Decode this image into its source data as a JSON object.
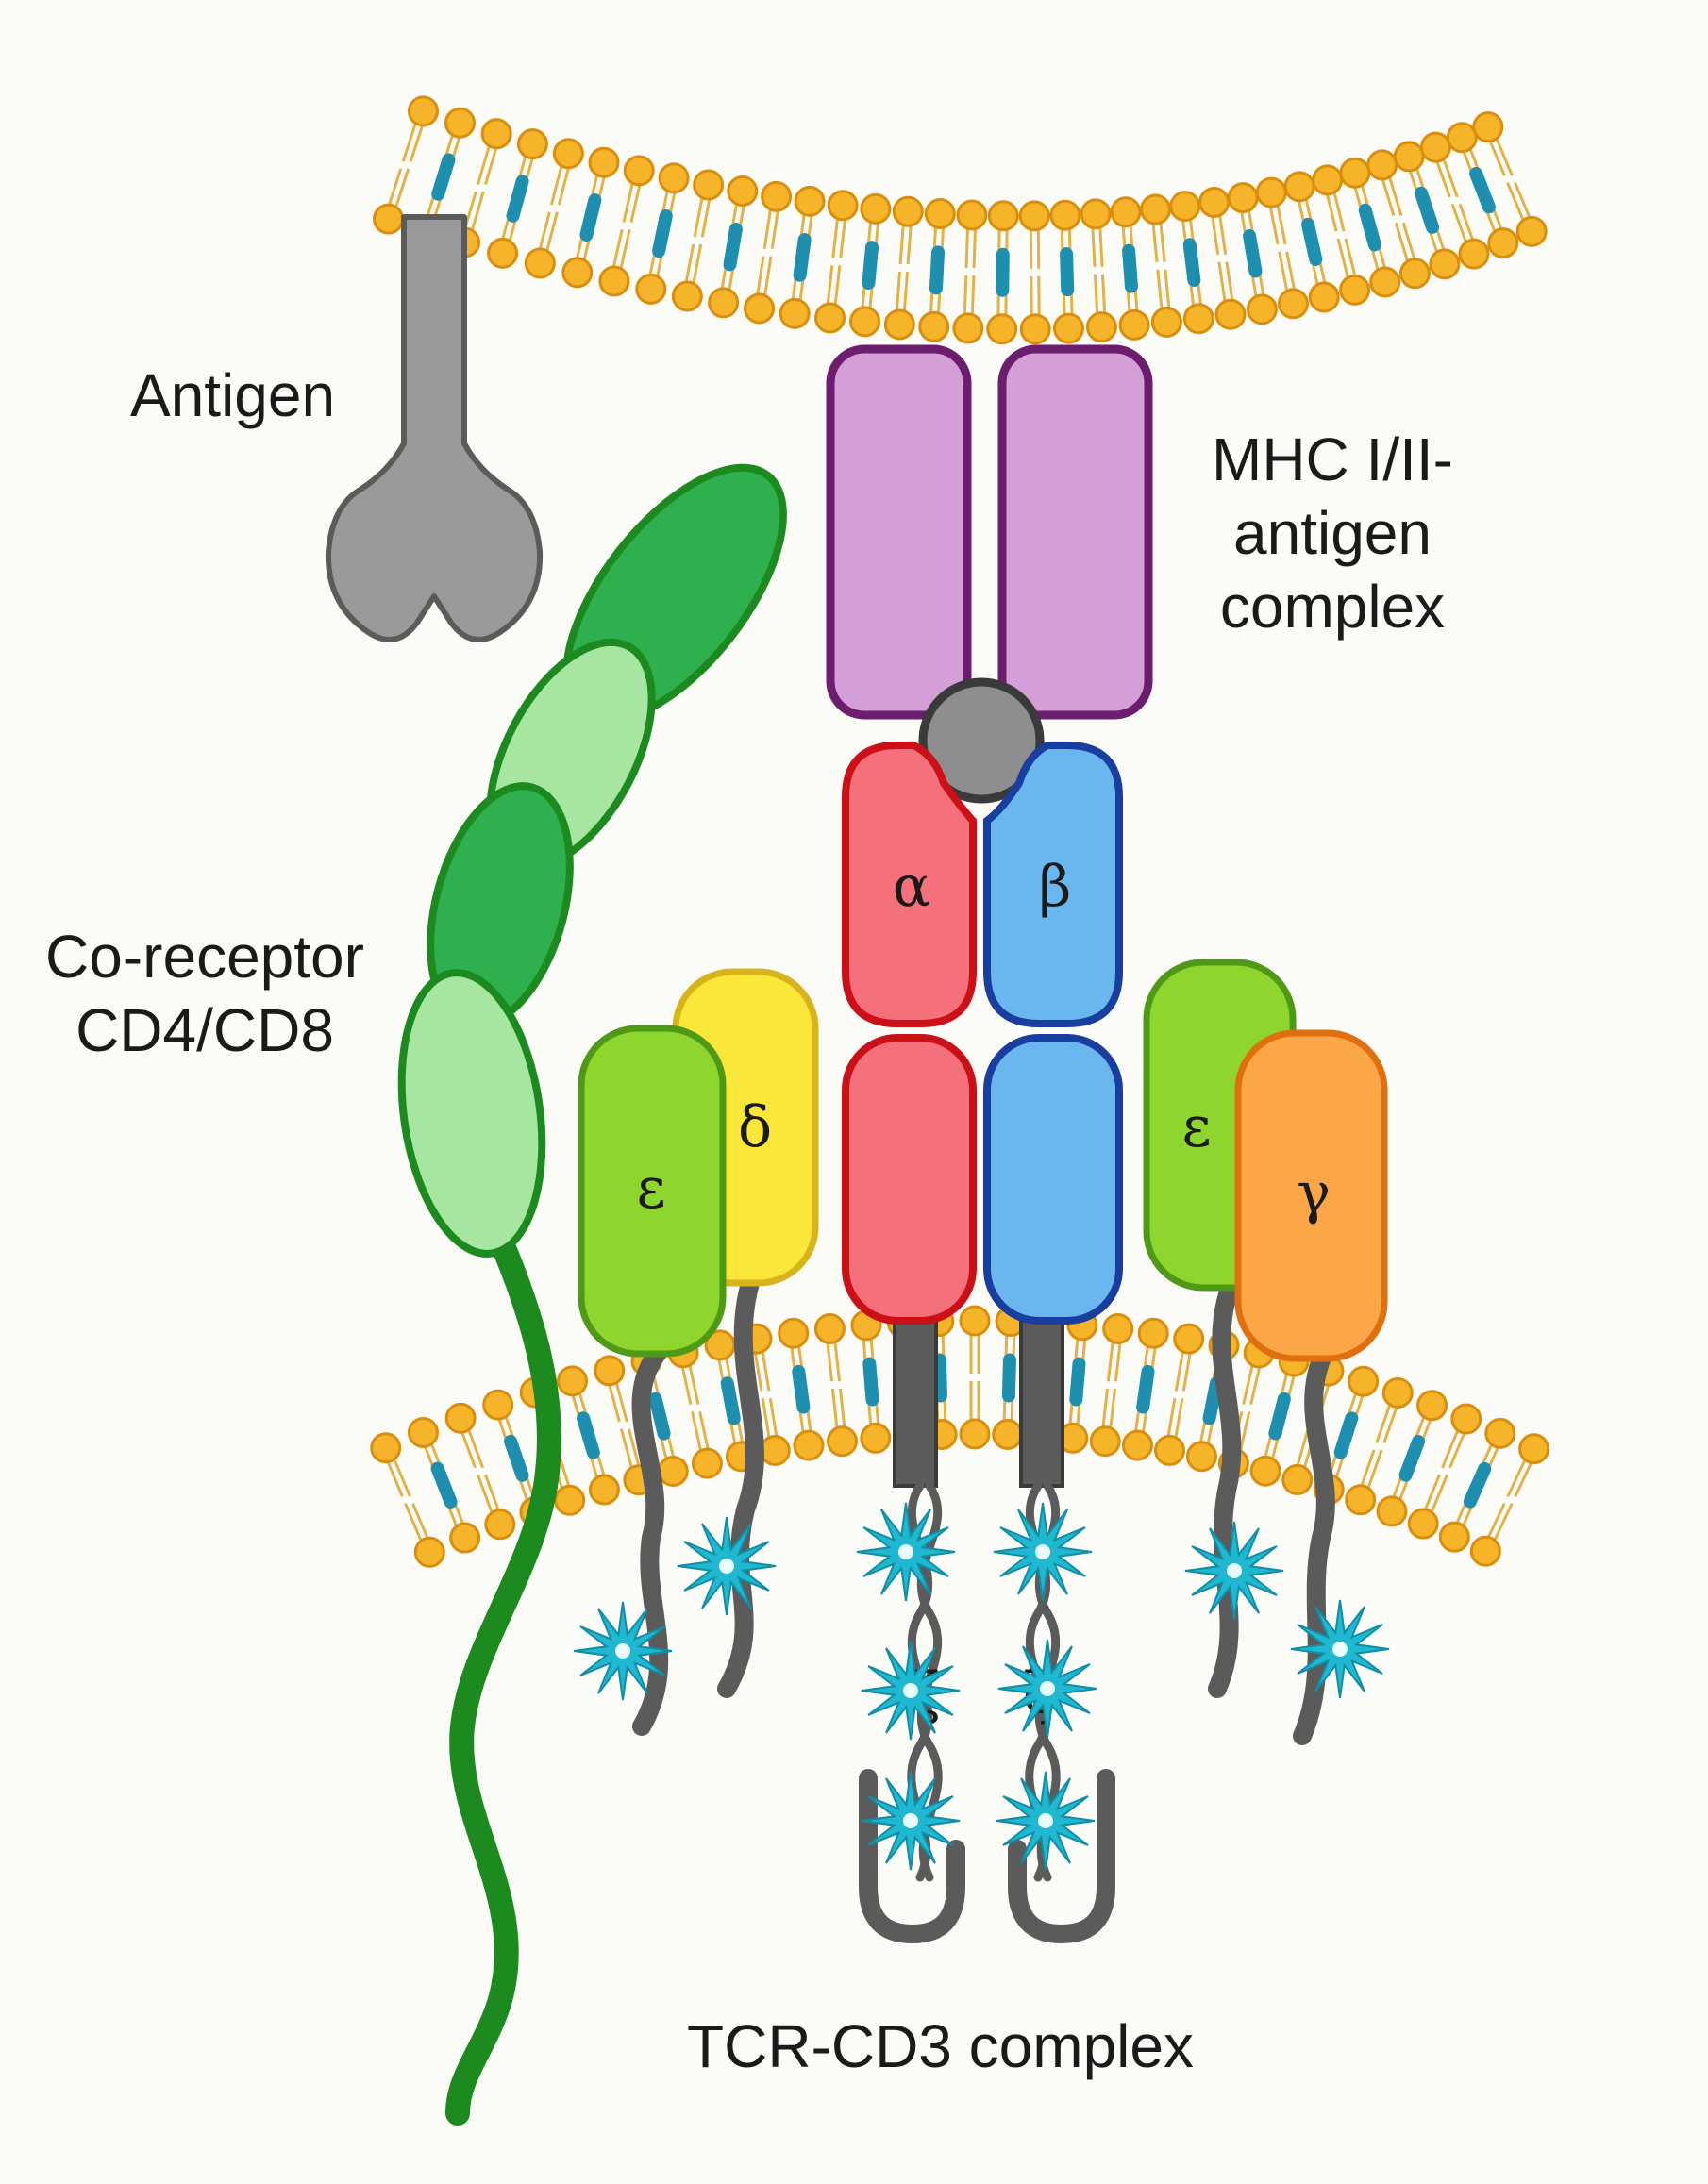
{
  "labels": {
    "antigen": "Antigen",
    "mhc_line1": "MHC I/II-",
    "mhc_line2": "antigen",
    "mhc_line3": "complex",
    "coreceptor_line1": "Co-receptor",
    "coreceptor_line2": "CD4/CD8",
    "tcr_cd3": "TCR-CD3 complex"
  },
  "subunits": {
    "alpha": "α",
    "beta": "β",
    "epsilon_left": "ε",
    "delta": "δ",
    "epsilon_right": "ε",
    "gamma": "γ",
    "zeta_left": "ζ",
    "zeta_right": "ζ"
  },
  "colors": {
    "lipid_head": "#f5b42a",
    "lipid_head_stroke": "#d98e0e",
    "lipid_tail": "#e2b24a",
    "cholesterol": "#1f8fb0",
    "antigen": "#9a9a9a",
    "mhc_fill": "#d49fd6",
    "mhc_stroke": "#6c1d6e",
    "peptide": "#8e8e8e",
    "alpha_fill": "#f4707a",
    "alpha_stroke": "#cc1018",
    "beta_fill": "#6ab7f0",
    "beta_stroke": "#1a3ea0",
    "epsilon_fill": "#8ed62e",
    "epsilon_stroke": "#4e9a16",
    "delta_fill": "#fbe63a",
    "delta_stroke": "#d8b41c",
    "gamma_fill": "#fba748",
    "gamma_stroke": "#e06f10",
    "coreceptor_dark": "#2fb04e",
    "coreceptor_light": "#a6e6a0",
    "coreceptor_stroke": "#1d8a20",
    "tail": "#5b5b5b",
    "itam": "#1fb8d0"
  }
}
